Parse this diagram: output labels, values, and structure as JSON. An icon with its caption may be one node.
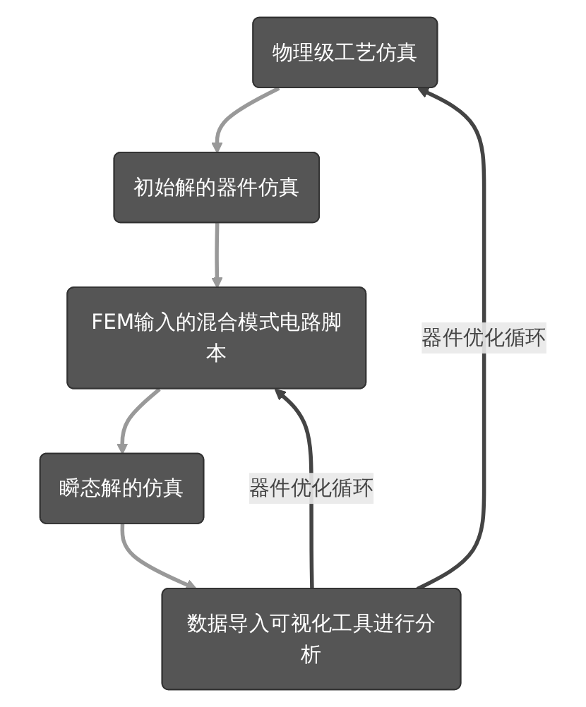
{
  "diagram": {
    "nodes": [
      {
        "text": [
          "物理级工艺仿真"
        ]
      },
      {
        "text": [
          "初始解的器件仿真"
        ]
      },
      {
        "text": [
          "FEM输入的混合模式电路脚本"
        ]
      },
      {
        "text": [
          "瞬态解的仿真"
        ]
      },
      {
        "text": [
          "数据导入可视化工具进行分析"
        ]
      }
    ],
    "edges": [
      {
        "from": 0,
        "to": 1,
        "arrow": "to"
      },
      {
        "from": 1,
        "to": 2,
        "arrow": "to"
      },
      {
        "from": 2,
        "to": 3,
        "arrow": "to"
      },
      {
        "from": 3,
        "to": 4,
        "arrow": "to"
      },
      {
        "from": 4,
        "to": 0,
        "arrow": "to",
        "label": "器件优化循环",
        "color": "#444444"
      },
      {
        "from": 4,
        "to": 2,
        "arrow": "to",
        "label": "器件优化循环",
        "color": "#444444"
      }
    ]
  }
}
